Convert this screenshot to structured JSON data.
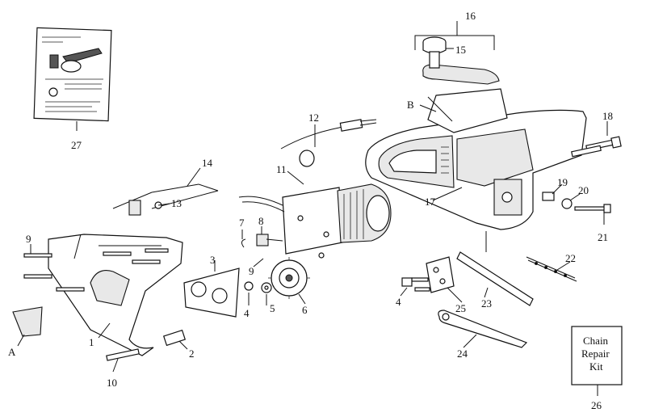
{
  "diagram": {
    "callouts": [
      {
        "id": "c1",
        "text": "1"
      },
      {
        "id": "c2",
        "text": "2"
      },
      {
        "id": "c3",
        "text": "3"
      },
      {
        "id": "c4a",
        "text": "4"
      },
      {
        "id": "c4b",
        "text": "4"
      },
      {
        "id": "c5",
        "text": "5"
      },
      {
        "id": "c6",
        "text": "6"
      },
      {
        "id": "c7",
        "text": "7"
      },
      {
        "id": "c8",
        "text": "8"
      },
      {
        "id": "c9a",
        "text": "9"
      },
      {
        "id": "c9b",
        "text": "9"
      },
      {
        "id": "c10",
        "text": "10"
      },
      {
        "id": "c11",
        "text": "11"
      },
      {
        "id": "c12",
        "text": "12"
      },
      {
        "id": "c13",
        "text": "13"
      },
      {
        "id": "c14",
        "text": "14"
      },
      {
        "id": "c15",
        "text": "15"
      },
      {
        "id": "c16",
        "text": "16"
      },
      {
        "id": "c17",
        "text": "17"
      },
      {
        "id": "c18",
        "text": "18"
      },
      {
        "id": "c19",
        "text": "19"
      },
      {
        "id": "c20",
        "text": "20"
      },
      {
        "id": "c21",
        "text": "21"
      },
      {
        "id": "c22",
        "text": "22"
      },
      {
        "id": "c23",
        "text": "23"
      },
      {
        "id": "c24",
        "text": "24"
      },
      {
        "id": "c25",
        "text": "25"
      },
      {
        "id": "c26",
        "text": "26"
      },
      {
        "id": "c27",
        "text": "27"
      },
      {
        "id": "cA",
        "text": "A"
      },
      {
        "id": "cB",
        "text": "B"
      }
    ],
    "chain_repair_kit": {
      "line1": "Chain",
      "line2": "Repair",
      "line3": "Kit"
    }
  }
}
